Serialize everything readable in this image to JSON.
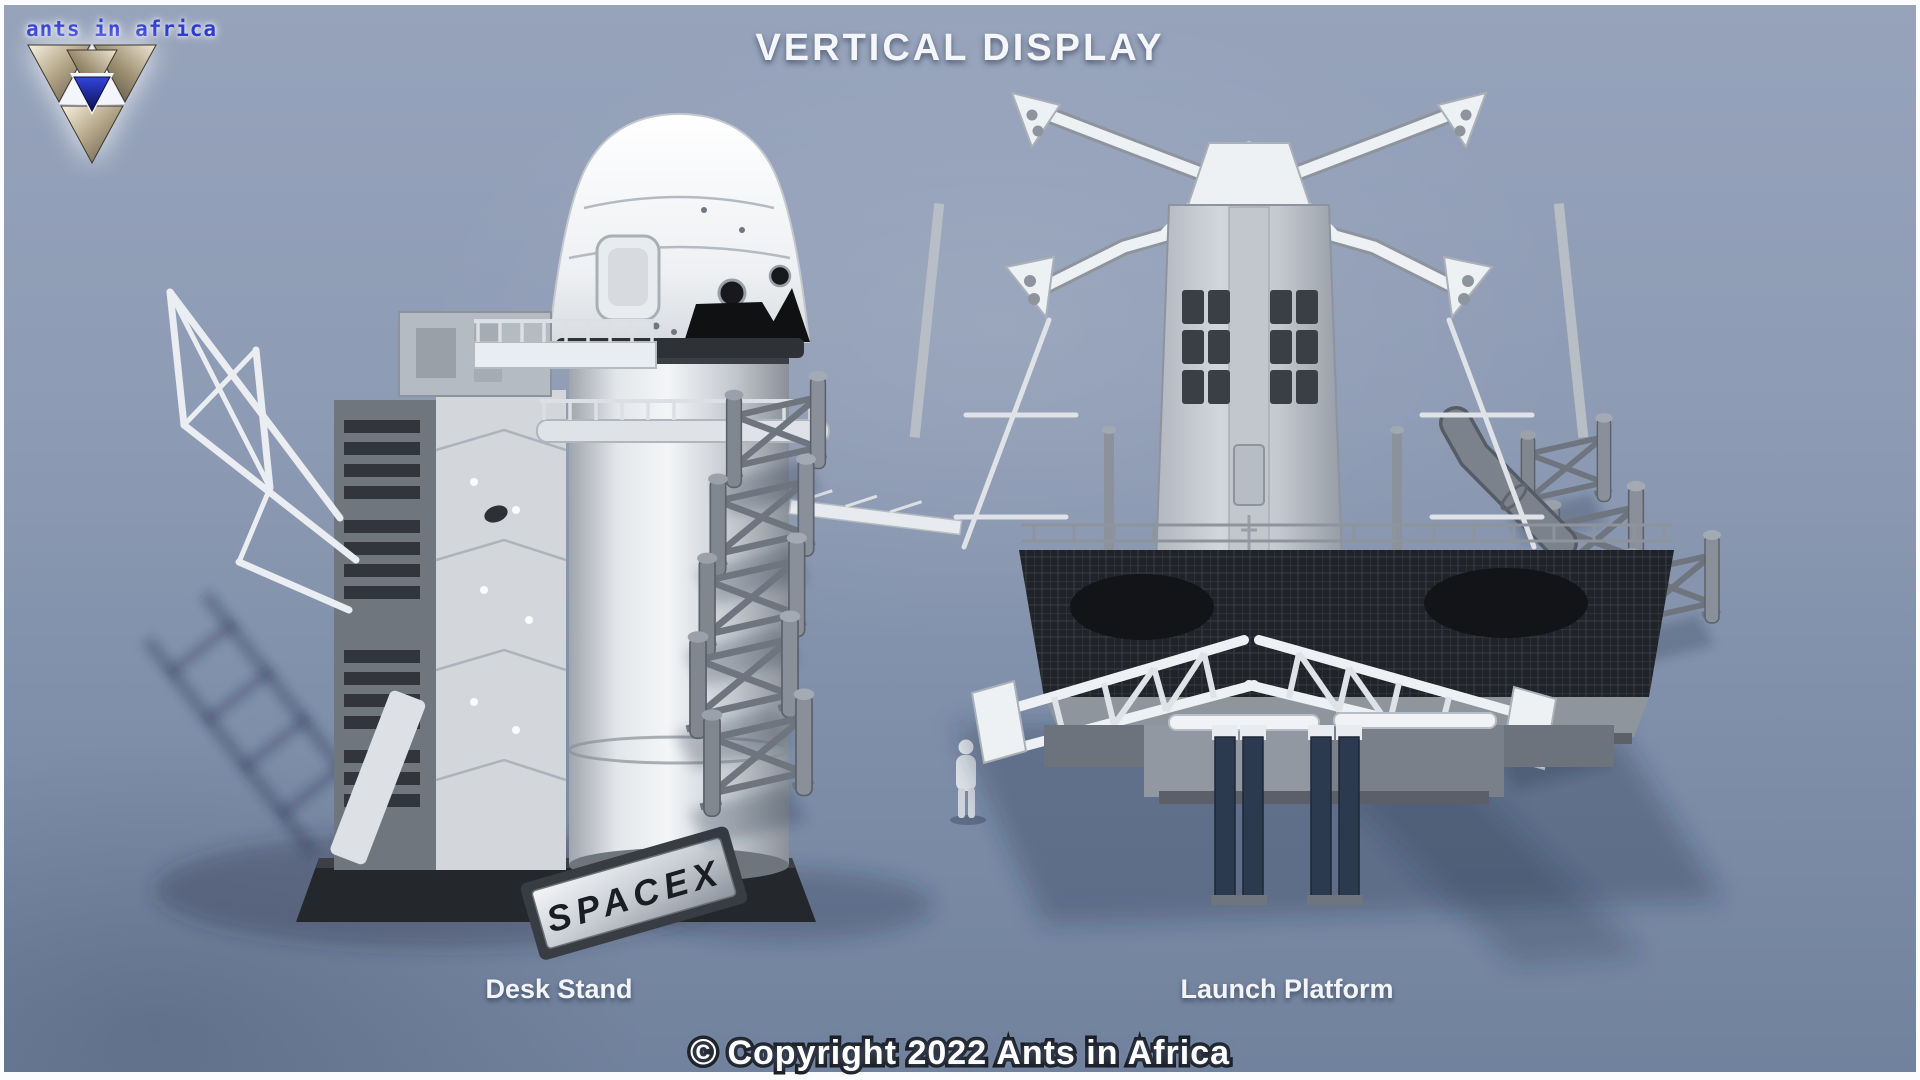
{
  "header": {
    "title": "VERTICAL DISPLAY"
  },
  "logo": {
    "brand_text": "ants in africa",
    "icon": "triangle-logo-icon"
  },
  "figures": {
    "desk_stand": {
      "label": "Desk Stand",
      "plaque_text": "SPACEX"
    },
    "launch_platform": {
      "label": "Launch Platform"
    }
  },
  "footer": {
    "copyright_symbol": "©",
    "copyright_text": "Copyright 2022 Ants in Africa"
  },
  "colors": {
    "background_top": "#96a3bb",
    "background_bottom": "#71829d",
    "frame_border": "#fbfcfd",
    "title_text": "#f4f6f9",
    "logo_blue": "#2d3bd0",
    "logo_metal": "#b7a98c",
    "model_white": "#eef1f4",
    "model_gray": "#aab1ba",
    "dark_panel": "#2b2f35",
    "navy_pillar": "#2b3a4e",
    "plaque_text": "#1a1d22"
  }
}
